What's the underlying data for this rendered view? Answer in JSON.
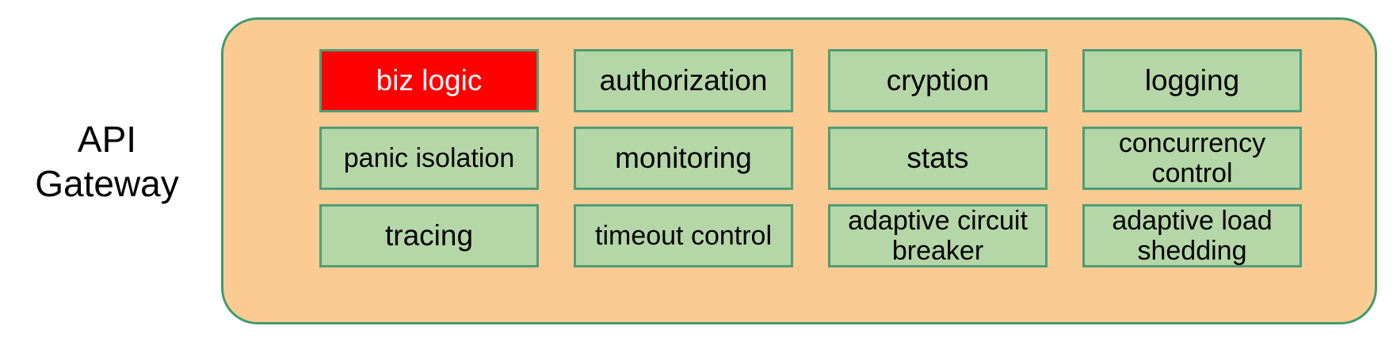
{
  "diagram": {
    "side_label": "API\nGateway",
    "container_name": "API Gateway container",
    "colors": {
      "container_fill": "#fccb93",
      "container_border": "#3f9c6d",
      "box_fill": "#b5d6a7",
      "box_border": "#4e9e76",
      "highlight_fill": "#fe0000",
      "highlight_text": "#ffffff",
      "text": "#000000",
      "page_background": "#ffffff"
    },
    "rows": [
      {
        "row_index": 1,
        "boxes": [
          {
            "label": "biz logic",
            "highlight": true,
            "size": "lg"
          },
          {
            "label": "authorization",
            "highlight": false,
            "size": "lg"
          },
          {
            "label": "cryption",
            "highlight": false,
            "size": "lg"
          },
          {
            "label": "logging",
            "highlight": false,
            "size": "lg"
          }
        ]
      },
      {
        "row_index": 2,
        "boxes": [
          {
            "label": "panic isolation",
            "highlight": false,
            "size": "md"
          },
          {
            "label": "monitoring",
            "highlight": false,
            "size": "lg"
          },
          {
            "label": "stats",
            "highlight": false,
            "size": "lg"
          },
          {
            "label": "concurrency\ncontrol",
            "highlight": false,
            "size": "md"
          }
        ]
      },
      {
        "row_index": 3,
        "boxes": [
          {
            "label": "tracing",
            "highlight": false,
            "size": "lg"
          },
          {
            "label": "timeout control",
            "highlight": false,
            "size": "md"
          },
          {
            "label": "adaptive circuit\nbreaker",
            "highlight": false,
            "size": "md"
          },
          {
            "label": "adaptive load\nshedding",
            "highlight": false,
            "size": "md"
          }
        ]
      }
    ]
  }
}
